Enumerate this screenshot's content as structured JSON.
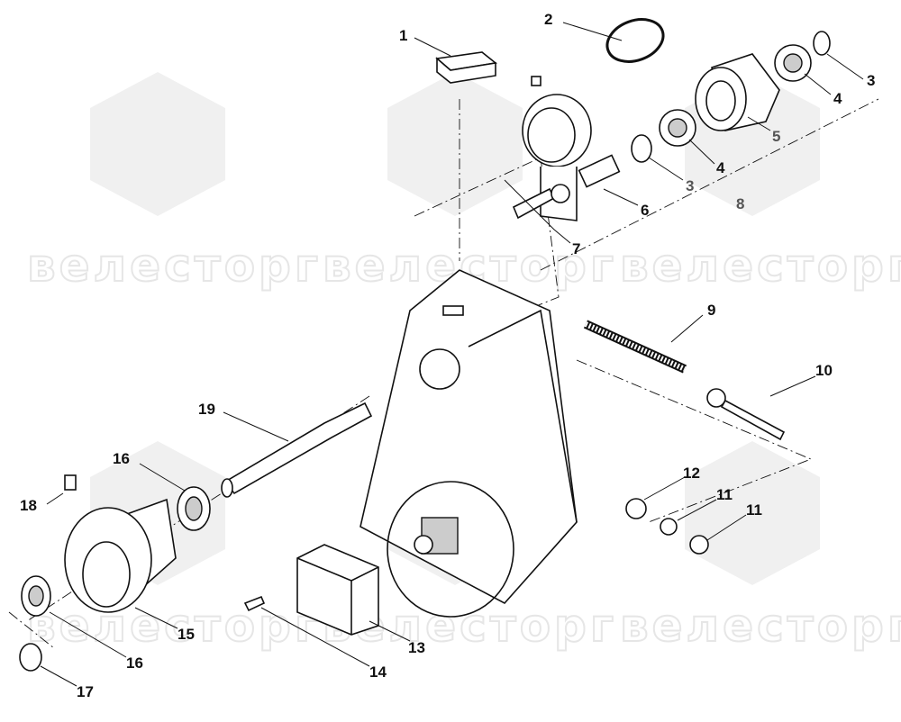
{
  "diagram": {
    "title": "Exploded parts view",
    "watermark": "велесторг",
    "callouts": [
      {
        "id": "c1",
        "label": "1"
      },
      {
        "id": "c2",
        "label": "2"
      },
      {
        "id": "c3a",
        "label": "3"
      },
      {
        "id": "c4a",
        "label": "4"
      },
      {
        "id": "c5",
        "label": "5"
      },
      {
        "id": "c4b",
        "label": "4"
      },
      {
        "id": "c3b",
        "label": "3"
      },
      {
        "id": "c8",
        "label": "8"
      },
      {
        "id": "c6",
        "label": "6"
      },
      {
        "id": "c7",
        "label": "7"
      },
      {
        "id": "c9",
        "label": "9"
      },
      {
        "id": "c10",
        "label": "10"
      },
      {
        "id": "c12",
        "label": "12"
      },
      {
        "id": "c11a",
        "label": "11"
      },
      {
        "id": "c11b",
        "label": "11"
      },
      {
        "id": "c19",
        "label": "19"
      },
      {
        "id": "c16a",
        "label": "16"
      },
      {
        "id": "c18",
        "label": "18"
      },
      {
        "id": "c15",
        "label": "15"
      },
      {
        "id": "c16b",
        "label": "16"
      },
      {
        "id": "c17",
        "label": "17"
      },
      {
        "id": "c13",
        "label": "13"
      },
      {
        "id": "c14",
        "label": "14"
      }
    ]
  }
}
